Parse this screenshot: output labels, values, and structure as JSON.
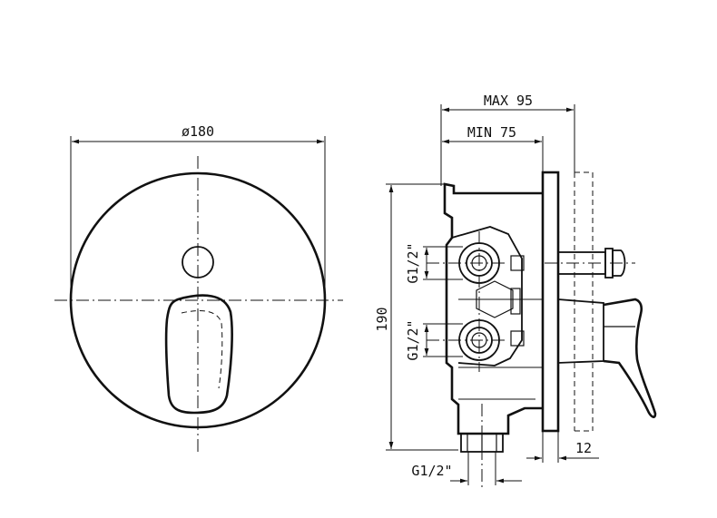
{
  "dimensions": {
    "diameter": "ø180",
    "max_depth": "MAX 95",
    "min_depth": "MIN 75",
    "height": "190",
    "inlet_top": "G1/2\"",
    "inlet_bottom": "G1/2\"",
    "outlet_bottom": "G1/2\"",
    "plate_thickness": "12"
  }
}
